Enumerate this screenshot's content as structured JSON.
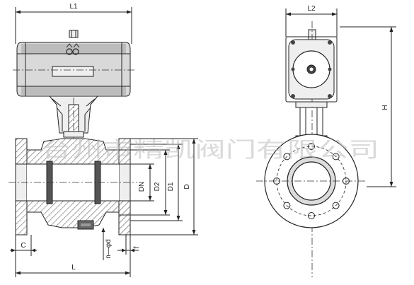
{
  "drawing": {
    "front_view": {
      "labels": {
        "L1": "L1",
        "D": "D",
        "D1": "D1",
        "D2": "D2",
        "DN": "DN",
        "L": "L",
        "C": "C",
        "f": "f",
        "holes": "n—φd"
      }
    },
    "side_view": {
      "labels": {
        "L2": "L2",
        "H": "H"
      }
    },
    "watermark": "台州市精凯阀门有限公司"
  }
}
